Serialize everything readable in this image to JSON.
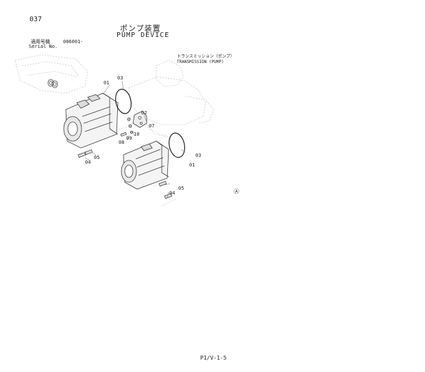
{
  "header": {
    "page_number": "037",
    "title_jp": "ポンプ装置",
    "title_en": "PUMP DEVICE"
  },
  "serial": {
    "label_jp": "適用号機",
    "value": "006001-",
    "label_en": "Serial No."
  },
  "reference": {
    "label_jp": "トランスミッション（ポンプ）",
    "label_en": "TRANSMISSION (PUMP)"
  },
  "callouts": {
    "upper": [
      "01",
      "03",
      "02",
      "07",
      "10",
      "09",
      "08",
      "05",
      "04"
    ],
    "lower": [
      "03",
      "01",
      "05",
      "04"
    ],
    "circle_mark": "Ⓐ"
  },
  "footer": {
    "code": "P1/V-1-5"
  },
  "colors": {
    "line": "#555555",
    "faint": "#bbbbbb",
    "text": "#222222"
  }
}
